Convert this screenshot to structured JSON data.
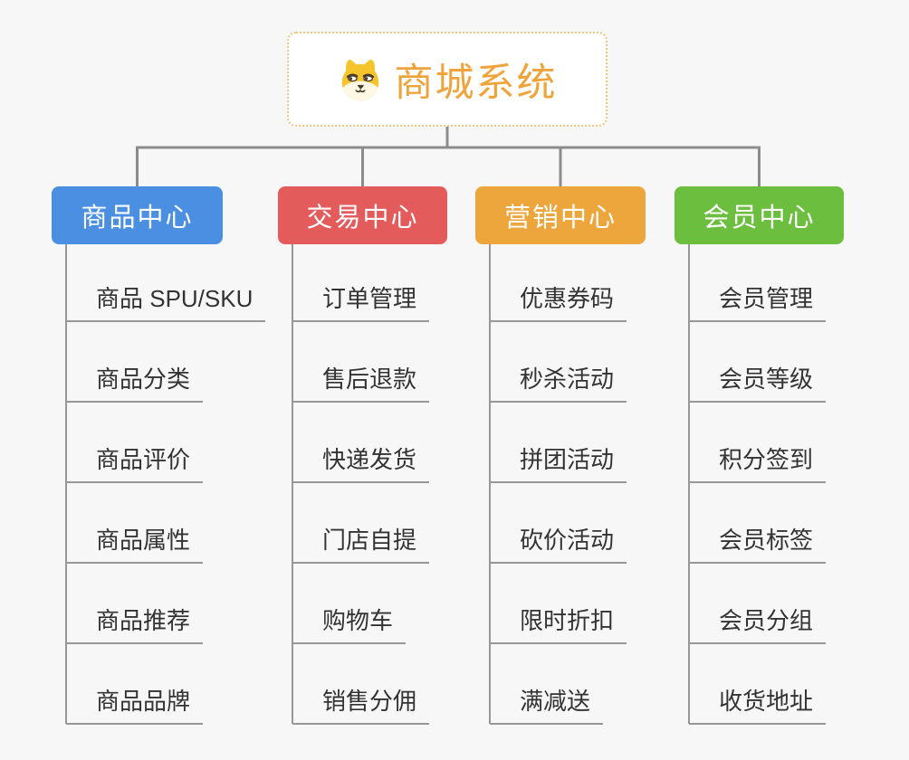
{
  "root": {
    "title": "商城系统",
    "icon": "dog-icon",
    "title_color": "#efa43b",
    "border_color": "#f3c57c"
  },
  "branches": [
    {
      "label": "商品中心",
      "color": "#4a8fe2",
      "children": [
        "商品 SPU/SKU",
        "商品分类",
        "商品评价",
        "商品属性",
        "商品推荐",
        "商品品牌"
      ]
    },
    {
      "label": "交易中心",
      "color": "#e45b5b",
      "children": [
        "订单管理",
        "售后退款",
        "快递发货",
        "门店自提",
        "购物车",
        "销售分佣"
      ]
    },
    {
      "label": "营销中心",
      "color": "#eda63c",
      "children": [
        "优惠券码",
        "秒杀活动",
        "拼团活动",
        "砍价活动",
        "限时折扣",
        "满减送"
      ]
    },
    {
      "label": "会员中心",
      "color": "#6cbe3e",
      "children": [
        "会员管理",
        "会员等级",
        "积分签到",
        "会员标签",
        "会员分组",
        "收货地址"
      ]
    }
  ],
  "connector_color": "#8c8c8c",
  "leaf_line_color": "#979797",
  "background_color": "#f7f7f7"
}
